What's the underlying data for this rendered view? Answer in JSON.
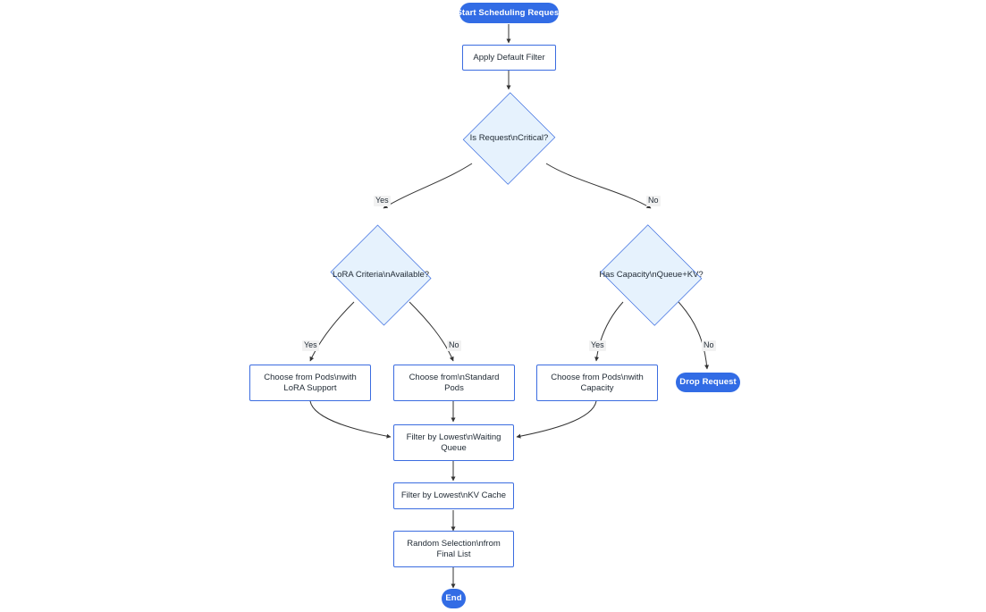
{
  "diagram": {
    "title": "Start Scheduling Request",
    "type": "flowchart",
    "direction": "top-down",
    "colors": {
      "terminal_fill": "#326ce5",
      "terminal_text": "#ffffff",
      "process_fill": "#ffffff",
      "process_border": "#3b6ce0",
      "decision_fill": "#e6f2fd",
      "decision_border": "#3b6ce0",
      "edge_stroke": "#333333",
      "edge_label_bg": "#f2f2f2",
      "canvas_bg": "#ffffff"
    }
  },
  "nodes": {
    "start": {
      "label": "Start Scheduling Request",
      "shape": "stadium"
    },
    "apply_default_filter": {
      "label": "Apply Default Filter",
      "shape": "rect"
    },
    "is_request_critical": {
      "label": "Is Request\\nCritical?",
      "shape": "diamond"
    },
    "lora_criteria_available": {
      "label": "LoRA Criteria\\nAvailable?",
      "shape": "diamond"
    },
    "has_capacity_queue_kv": {
      "label": "Has Capacity\\nQueue+KV?",
      "shape": "diamond"
    },
    "choose_lora_pods": {
      "label_line1": "Choose from Pods\\nwith",
      "label_line2": "LoRA Support",
      "shape": "rect"
    },
    "choose_standard_pods": {
      "label_line1": "Choose from\\nStandard",
      "label_line2": "Pods",
      "shape": "rect"
    },
    "choose_capacity_pods": {
      "label_line1": "Choose from Pods\\nwith",
      "label_line2": "Capacity",
      "shape": "rect"
    },
    "drop_request": {
      "label": "Drop Request",
      "shape": "stadium"
    },
    "filter_waiting_queue": {
      "label_line1": "Filter by Lowest\\nWaiting",
      "label_line2": "Queue",
      "shape": "rect"
    },
    "filter_kv_cache": {
      "label": "Filter by Lowest\\nKV Cache",
      "shape": "rect"
    },
    "random_selection": {
      "label_line1": "Random Selection\\nfrom",
      "label_line2": "Final List",
      "shape": "rect"
    },
    "end": {
      "label": "End",
      "shape": "stadium"
    }
  },
  "edge_labels": {
    "critical_yes": "Yes",
    "critical_no": "No",
    "lora_yes": "Yes",
    "lora_no": "No",
    "capacity_yes": "Yes",
    "capacity_no": "No"
  }
}
